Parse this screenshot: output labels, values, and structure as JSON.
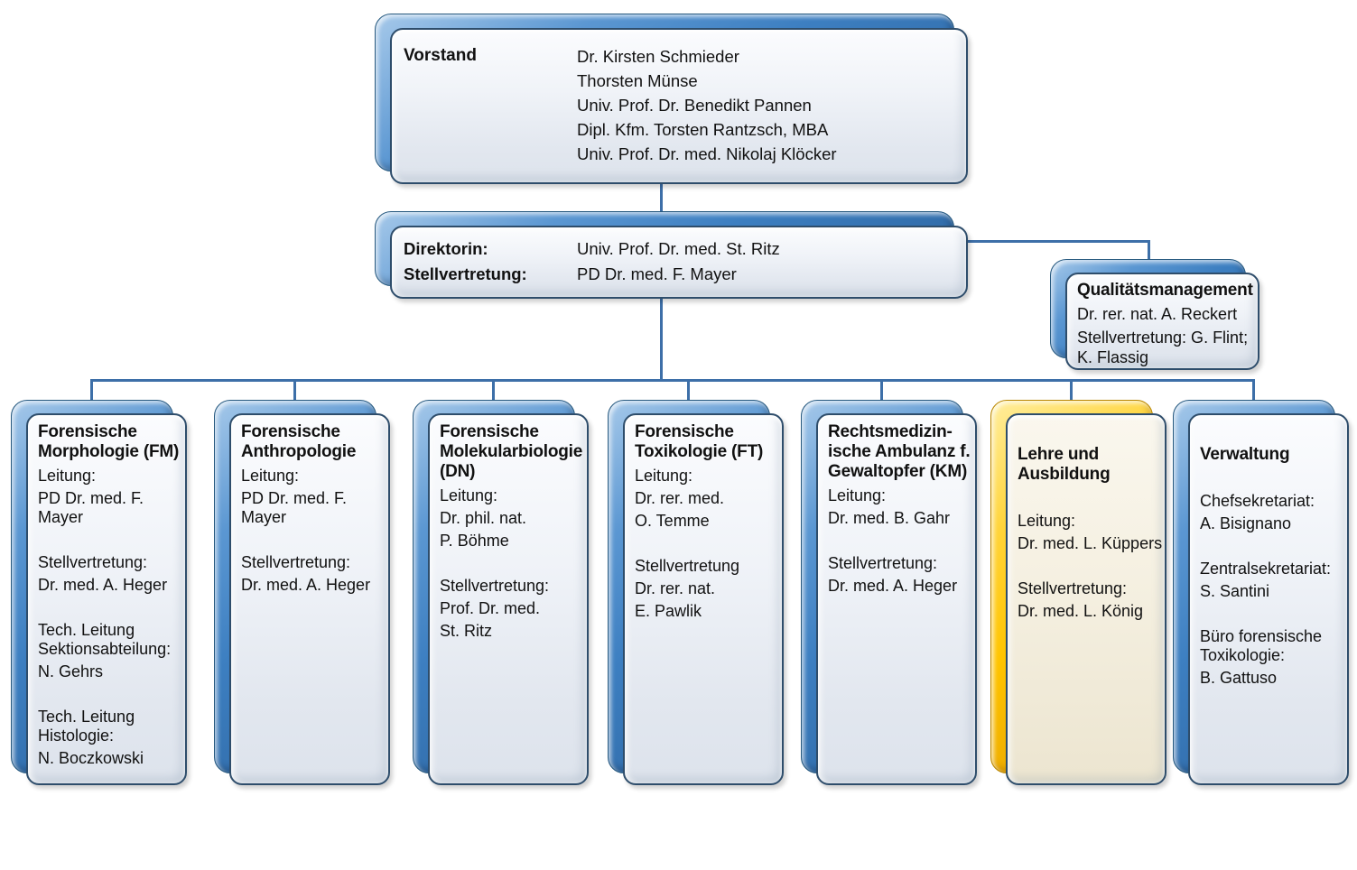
{
  "colors": {
    "connector": "#3d6fa8",
    "node_accent_blue": "#3d7fc1",
    "node_accent_yellow": "#ffc400",
    "card_fill": "#e9edf4",
    "card_fill_cream": "#f5f0e1",
    "card_border": "#2e4d6b"
  },
  "board": {
    "label": "Vorstand",
    "members": [
      "Dr. Kirsten Schmieder",
      "Thorsten Münse",
      "Univ. Prof. Dr. Benedikt Pannen",
      "Dipl. Kfm. Torsten Rantzsch, MBA",
      "Univ. Prof. Dr. med. Nikolaj Klöcker"
    ]
  },
  "direction": {
    "rows": [
      {
        "label": "Direktorin:",
        "value": "Univ. Prof. Dr. med. St. Ritz"
      },
      {
        "label": "Stellvertretung:",
        "value": "PD Dr. med. F. Mayer"
      }
    ]
  },
  "quality": {
    "title": "Qualitätsmanagement",
    "lines": [
      "Dr. rer. nat. A. Reckert",
      "Stellvertretung: G. Flint; K. Flassig"
    ]
  },
  "departments": [
    {
      "title": "Forensische Morphologie (FM)",
      "accent": "blue",
      "lines": [
        "Leitung:",
        "PD Dr. med. F. Mayer",
        "",
        "Stellvertretung:",
        "Dr. med. A. Heger",
        "",
        "Tech. Leitung Sektionsabteilung:",
        "N. Gehrs",
        "",
        "Tech. Leitung Histologie:",
        "N. Boczkowski"
      ]
    },
    {
      "title": "Forensische Anthropologie",
      "accent": "blue",
      "lines": [
        "Leitung:",
        "PD Dr. med. F. Mayer",
        "",
        "Stellvertretung:",
        "Dr. med. A. Heger"
      ]
    },
    {
      "title": "Forensische Molekularbiologie (DN)",
      "accent": "blue",
      "lines": [
        "Leitung:",
        "Dr. phil. nat.",
        "P. Böhme",
        "",
        "Stellvertretung:",
        "Prof. Dr. med.",
        "St. Ritz"
      ]
    },
    {
      "title": "Forensische Toxikologie (FT)",
      "accent": "blue",
      "lines": [
        "Leitung:",
        "Dr. rer. med.",
        "O. Temme",
        "",
        "Stellvertretung",
        "Dr. rer. nat.",
        "E. Pawlik"
      ]
    },
    {
      "title": "Rechtsmedizin-ische Ambulanz f. Gewaltopfer (KM)",
      "accent": "blue",
      "lines": [
        "Leitung:",
        "Dr. med. B. Gahr",
        "",
        "Stellvertretung:",
        "Dr. med. A. Heger"
      ]
    },
    {
      "title": "Lehre und Ausbildung",
      "accent": "yellow",
      "lines": [
        "",
        "Leitung:",
        "Dr. med. L. Küppers",
        "",
        "Stellvertretung:",
        "Dr. med. L. König"
      ]
    },
    {
      "title": "Verwaltung",
      "accent": "blue",
      "lines": [
        "",
        "Chefsekretariat:",
        "A. Bisignano",
        "",
        "Zentralsekretariat:",
        "S. Santini",
        "",
        "Büro forensische Toxikologie:",
        "B. Gattuso"
      ]
    }
  ]
}
